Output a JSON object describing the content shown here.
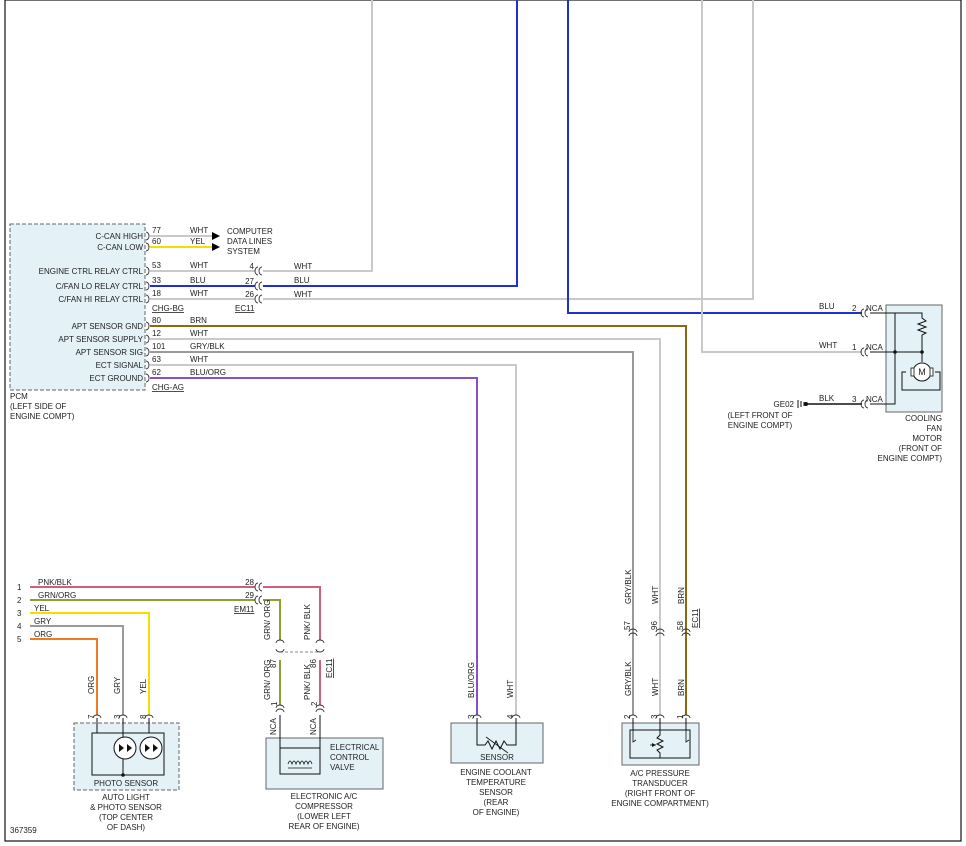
{
  "figure_id": "367359",
  "pcm": {
    "title_lines": [
      "PCM",
      "(LEFT SIDE OF",
      "ENGINE COMPT)"
    ],
    "pins": [
      {
        "label": "C-CAN HIGH",
        "pin": "77",
        "color": "WHT"
      },
      {
        "label": "C-CAN LOW",
        "pin": "60",
        "color": "YEL"
      },
      {
        "label": "ENGINE CTRL RELAY CTRL",
        "pin": "53",
        "color": "WHT"
      },
      {
        "label": "C/FAN LO RELAY CTRL",
        "pin": "33",
        "color": "BLU"
      },
      {
        "label": "C/FAN HI RELAY CTRL",
        "pin": "18",
        "color": "WHT"
      },
      {
        "label": "APT SENSOR GND",
        "pin": "80",
        "color": "BRN"
      },
      {
        "label": "APT SENSOR SUPPLY",
        "pin": "12",
        "color": "WHT"
      },
      {
        "label": "APT SENSOR SIG",
        "pin": "101",
        "color": "GRY/BLK"
      },
      {
        "label": "ECT SIGNAL",
        "pin": "63",
        "color": "WHT"
      },
      {
        "label": "ECT GROUND",
        "pin": "62",
        "color": "BLU/ORG"
      }
    ],
    "connector_bg": "CHG-BG",
    "connector_ag": "CHG-AG"
  },
  "computer_data": {
    "lines": [
      "COMPUTER",
      "DATA LINES",
      "SYSTEM"
    ]
  },
  "ec11_top": {
    "name": "EC11",
    "pins": [
      {
        "pin": "4",
        "color": "WHT"
      },
      {
        "pin": "27",
        "color": "BLU"
      },
      {
        "pin": "26",
        "color": "WHT"
      }
    ]
  },
  "fan_motor": {
    "lines": [
      "COOLING",
      "FAN",
      "MOTOR",
      "(FRONT OF",
      "ENGINE COMPT)"
    ],
    "pins": [
      {
        "color": "BLU",
        "pin": "2",
        "conn": "NCA"
      },
      {
        "color": "WHT",
        "pin": "1",
        "conn": "NCA"
      },
      {
        "color": "BLK",
        "pin": "3",
        "conn": "NCA"
      }
    ],
    "motor_symbol": "M"
  },
  "ground": {
    "name": "GE02",
    "lines": [
      "(LEFT FRONT OF",
      "ENGINE COMPT)"
    ]
  },
  "em11": {
    "name": "EM11",
    "wires": [
      {
        "num": "1",
        "color": "PNK/BLK",
        "pin": "28"
      },
      {
        "num": "2",
        "color": "GRN/ORG",
        "pin": "29"
      },
      {
        "num": "3",
        "color": "YEL"
      },
      {
        "num": "4",
        "color": "GRY"
      },
      {
        "num": "5",
        "color": "ORG"
      }
    ]
  },
  "ec11_comp": {
    "name": "EC11",
    "upper": [
      {
        "color": "GRN/ ORG"
      },
      {
        "color": "PNK/ BLK"
      }
    ],
    "pins": [
      "87",
      "86"
    ],
    "lower": [
      {
        "color": "GRN/ ORG",
        "pin": "1",
        "conn": "NCA"
      },
      {
        "color": "PNK/ BLK",
        "pin": "2",
        "conn": "NCA"
      }
    ]
  },
  "photo": {
    "wires": [
      {
        "color": "ORG",
        "pin": "7"
      },
      {
        "color": "GRY",
        "pin": "3"
      },
      {
        "color": "YEL",
        "pin": "8"
      }
    ],
    "inner_label": "PHOTO SENSOR",
    "lines": [
      "AUTO LIGHT",
      "& PHOTO SENSOR",
      "(TOP CENTER",
      "OF DASH)"
    ]
  },
  "compressor": {
    "valve_lines": [
      "ELECTRICAL",
      "CONTROL",
      "VALVE"
    ],
    "lines": [
      "ELECTRONIC A/C",
      "COMPRESSOR",
      "(LOWER LEFT",
      "REAR OF ENGINE)"
    ]
  },
  "ect": {
    "wires": [
      {
        "color": "BLU/ORG",
        "pin": "3"
      },
      {
        "color": "WHT",
        "pin": "4"
      }
    ],
    "inner_label": "SENSOR",
    "lines": [
      "ENGINE COOLANT",
      "TEMPERATURE",
      "SENSOR",
      "(REAR",
      "OF ENGINE)"
    ]
  },
  "apt": {
    "ec11_name": "EC11",
    "upper": [
      {
        "color": "GRY/BLK",
        "pin": "57"
      },
      {
        "color": "WHT",
        "pin": "96"
      },
      {
        "color": "BRN",
        "pin": "58"
      }
    ],
    "lower": [
      {
        "color": "GRY/BLK",
        "pin": "2"
      },
      {
        "color": "WHT",
        "pin": "3"
      },
      {
        "color": "BRN",
        "pin": "1"
      }
    ],
    "lines": [
      "A/C PRESSURE",
      "TRANSDUCER",
      "(RIGHT FRONT OF",
      "ENGINE COMPARTMENT)"
    ]
  },
  "colors": {
    "blu": "#1f2fd0",
    "wht": "#c9c9c9",
    "yel": "#f0e000",
    "brn": "#8a6a10",
    "gry": "#9a9a9a",
    "blu_org": "#8a4fc8",
    "pnk_blk": "#d0607a",
    "grn_org": "#8aa038",
    "org": "#f07a20",
    "box_fill": "#e4f2f8"
  }
}
